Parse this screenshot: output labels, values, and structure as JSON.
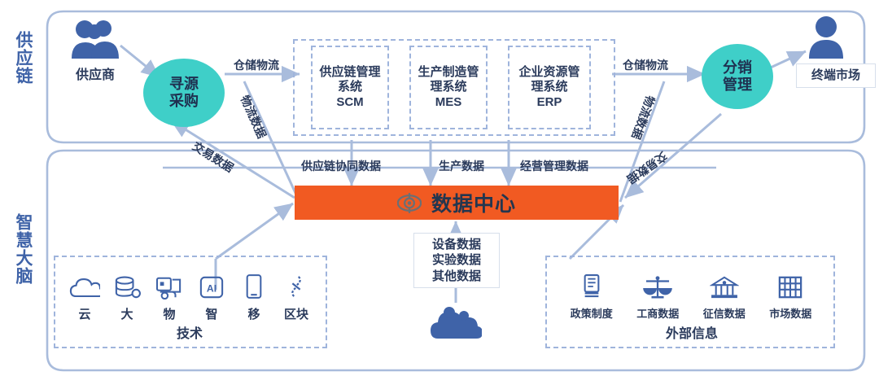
{
  "diagram": {
    "title_hidden": "",
    "colors": {
      "orange": "#F15A22",
      "teal": "#3FCFC8",
      "navy": "#2B3B5C",
      "blue": "#3F63A8",
      "line": "#A9BCDC",
      "dashed": "#9FB4DC"
    },
    "side_labels": [
      {
        "name": "supply-chain",
        "text": "供应链"
      },
      {
        "name": "smart-brain",
        "text": "智慧大脑"
      }
    ],
    "supplier": {
      "icon": "people-group-icon",
      "label": "供应商"
    },
    "ellipses": [
      {
        "name": "sourcing-procurement",
        "text": "寻源\n采购"
      },
      {
        "name": "distribution-management",
        "text": "分销\n管理"
      }
    ],
    "systems": [
      {
        "name": "scm",
        "text": "供应链管理\n系统\nSCM"
      },
      {
        "name": "mes",
        "text": "生产制造管\n理系统\nMES"
      },
      {
        "name": "erp",
        "text": "企业资源管\n理系统\nERP"
      }
    ],
    "flow_labels": {
      "warehouse_left": "仓储物流",
      "warehouse_right": "仓储物流",
      "logistics_left": "物流数据",
      "transaction_left": "交易数据",
      "logistics_right": "物流数据",
      "transaction_right": "交易数据",
      "supply_chain_sync": "供应链协同数据",
      "production": "生产数据",
      "operation_mgmt": "经营管理数据"
    },
    "data_center": {
      "icon": "data-center-globe-icon",
      "label": "数据中心"
    },
    "end_market": {
      "icon": "person-icon",
      "label": "终端市场"
    },
    "equipment_box": {
      "label": "设备数据\n实验数据\n其他数据",
      "icon": "cloud-cluster-icon"
    },
    "technology": {
      "title": "技术",
      "items": [
        {
          "icon": "cloud-icon",
          "label": "云"
        },
        {
          "icon": "database-icon",
          "label": "大"
        },
        {
          "icon": "iot-device-icon",
          "label": "物"
        },
        {
          "icon": "ai-chip-icon",
          "label": "智"
        },
        {
          "icon": "mobile-phone-icon",
          "label": "移"
        },
        {
          "icon": "blockchain-link-icon",
          "label": "区块"
        }
      ]
    },
    "external_info": {
      "title": "外部信息",
      "items": [
        {
          "icon": "policy-document-icon",
          "label": "政策制度"
        },
        {
          "icon": "scales-balance-icon",
          "label": "工商数据"
        },
        {
          "icon": "bank-building-icon",
          "label": "征信数据"
        },
        {
          "icon": "market-grid-icon",
          "label": "市场数据"
        }
      ]
    }
  }
}
